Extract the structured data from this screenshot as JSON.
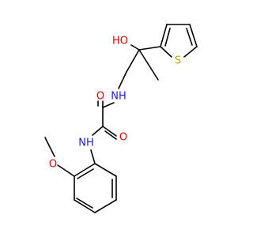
{
  "molecule": {
    "atom_labels": {
      "hydroxyl": "HO",
      "thiophene_sulfur": "S",
      "upper_amide_nh": "NH",
      "upper_carbonyl_o": "O",
      "lower_carbonyl_o": "O",
      "lower_amide_nh": "NH",
      "methoxy_o": "O"
    },
    "colors": {
      "carbon": "#000000",
      "oxygen": "#e00000",
      "nitrogen": "#2020e0",
      "sulfur": "#b8a600"
    }
  }
}
